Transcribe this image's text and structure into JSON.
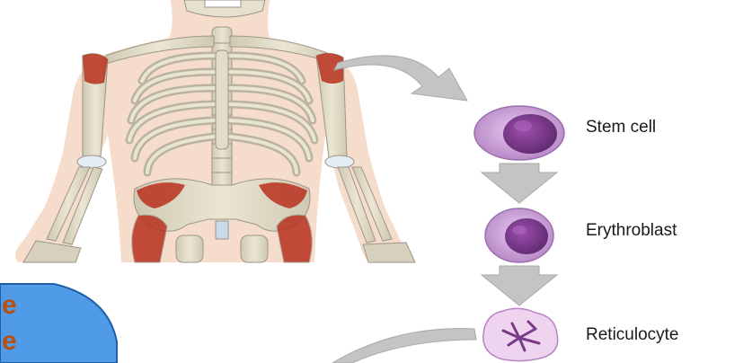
{
  "cells": {
    "stem_label": "Stem cell",
    "erythroblast_label": "Erythroblast",
    "reticulocyte_label": "Reticulocyte"
  },
  "callout": {
    "line1": "e",
    "line2": "e"
  },
  "icons": [
    "skeleton-figure-icon",
    "stem-cell-icon",
    "erythroblast-icon",
    "reticulocyte-icon",
    "arrow-down-icon",
    "curved-arrow-icon"
  ],
  "colors": {
    "skin": "#f5dccb",
    "bone": "#d9d4c0",
    "marrow": "#b8301e",
    "cell": "#c79ad0",
    "nucleus": "#7a3a8a",
    "arrow": "#c4c4c4",
    "callout": "#4f9be8",
    "callout_text": "#b5500f"
  }
}
